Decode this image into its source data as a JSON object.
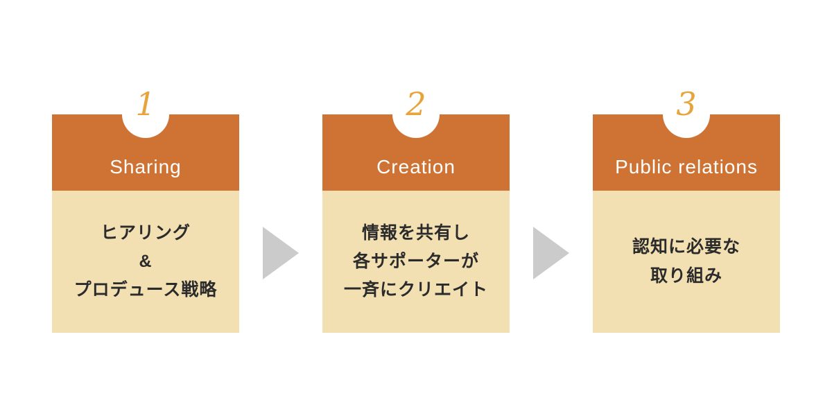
{
  "steps": [
    {
      "number": "1",
      "title": "Sharing",
      "body": "ヒアリング\n&\nプロデュース戦略"
    },
    {
      "number": "2",
      "title": "Creation",
      "body": "情報を共有し\n各サポーターが\n一斉にクリエイト"
    },
    {
      "number": "3",
      "title": "Public relations",
      "body": "認知に必要な\n取り組み"
    }
  ],
  "colors": {
    "header": "#cf7334",
    "body": "#f2dfb2",
    "number": "#e8a43c",
    "arrow": "#cbcbcb"
  }
}
